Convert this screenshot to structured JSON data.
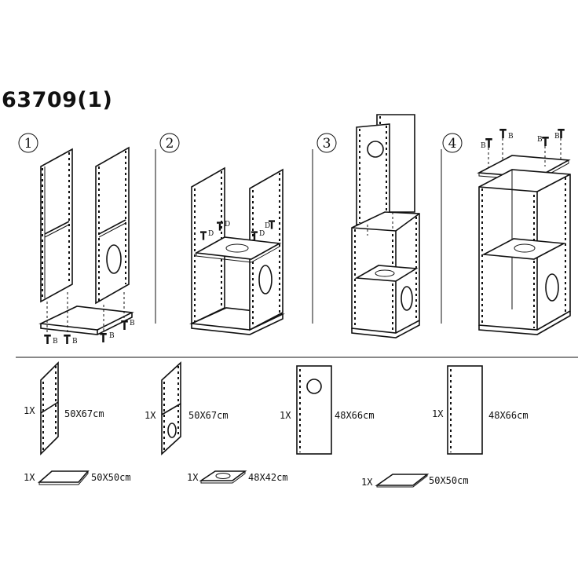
{
  "title": "63709(1)",
  "steps": [
    "1",
    "2",
    "3",
    "4"
  ],
  "screw_label": "B",
  "screw_label_d": "D",
  "parts": [
    {
      "qty": "1X",
      "dim": "50X67cm"
    },
    {
      "qty": "1X",
      "dim": "50X67cm"
    },
    {
      "qty": "1X",
      "dim": "48X66cm"
    },
    {
      "qty": "1X",
      "dim": "48X66cm"
    },
    {
      "qty": "1X",
      "dim": "50X50cm"
    },
    {
      "qty": "1X",
      "dim": "48X42cm"
    },
    {
      "qty": "1X",
      "dim": "50X50cm"
    }
  ]
}
